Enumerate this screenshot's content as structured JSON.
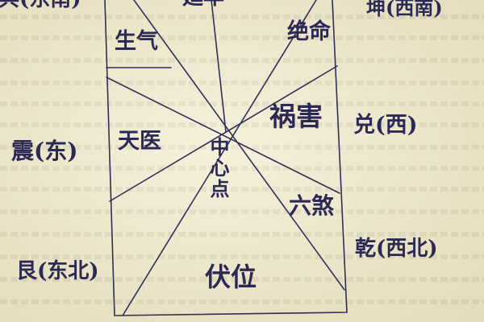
{
  "diagram": {
    "top_left_corner": "兵(东南)",
    "top_center": "延年",
    "top_right_corner": "坤(西南)",
    "sheng_qi": "生气",
    "jue_ming": "绝命",
    "tian_yi": "天医",
    "huo_hai": "祸害",
    "zhong_xin_dian": "中心点",
    "liu_sha": "六煞",
    "fu_wei": "伏位",
    "zhen_east": "震(东)",
    "dui_west": "兑(西)",
    "gen_northeast": "艮(东北)",
    "qian_northwest": "乾(西北)",
    "ink_color": "#2a2a55"
  }
}
